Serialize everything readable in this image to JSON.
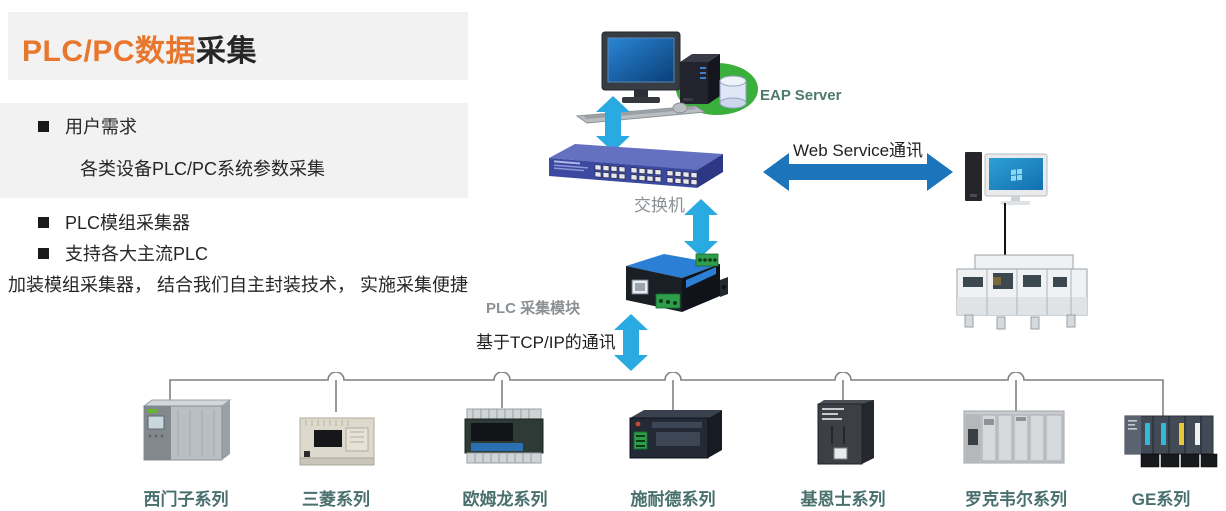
{
  "title": {
    "highlight": "PLC/PC数据",
    "rest": "采集"
  },
  "left_panel": {
    "bullet1": "用户需求",
    "sub1": "各类设备PLC/PC系统参数采集",
    "bullet2": "PLC模组采集器",
    "bullet3": "支持各大主流PLC",
    "note": "加装模组采集器， 结合我们自主封装技术， 实施采集便捷"
  },
  "diagram": {
    "eap_server_label": "EAP Server",
    "switch_label": "交换机",
    "plc_module_label": "PLC 采集模块",
    "tcpip_label": "基于TCP/IP的通讯",
    "webservice_label": "Web Service通讯"
  },
  "plc_series": [
    {
      "label": "西门子系列"
    },
    {
      "label": "三菱系列"
    },
    {
      "label": "欧姆龙系列"
    },
    {
      "label": "施耐德系列"
    },
    {
      "label": "基恩士系列"
    },
    {
      "label": "罗克韦尔系列"
    },
    {
      "label": "GE系列"
    }
  ],
  "colors": {
    "title_orange": "#e8772e",
    "panel_gray": "#f2f2f2",
    "arrow_cyan": "#29abe2",
    "arrow_blue": "#1c75bb",
    "eap_green": "#3aaf3c",
    "series_label_teal": "#49706e",
    "switch_blue": "#3b4aa0",
    "bus_line_gray": "#808080"
  }
}
